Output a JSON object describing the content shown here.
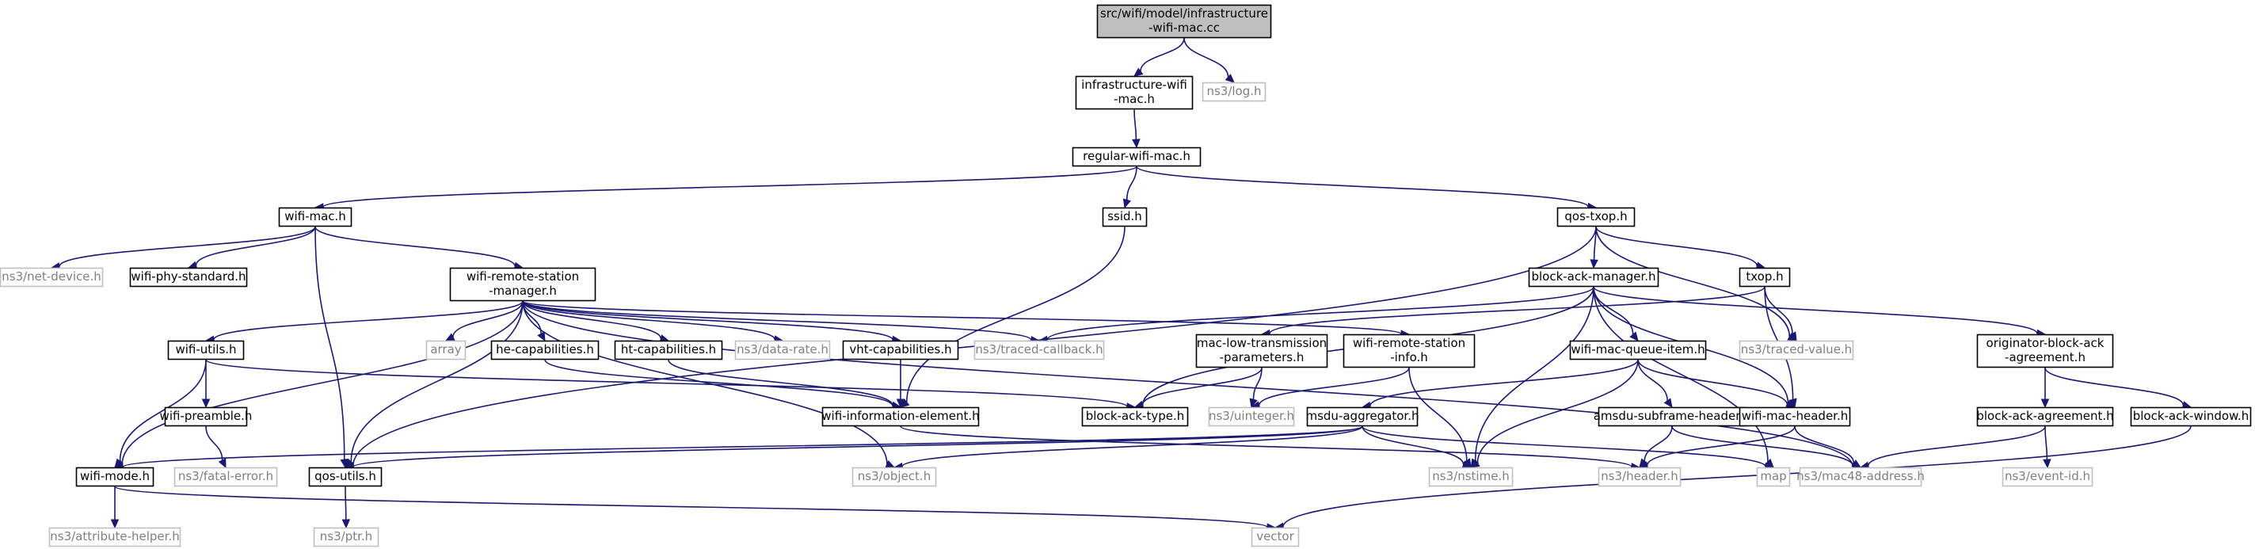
{
  "graph": {
    "nodes": [
      {
        "id": "root",
        "lines": [
          "src/wifi/model/infrastructure",
          "-wifi-mac.cc"
        ],
        "kind": "root"
      },
      {
        "id": "infra",
        "lines": [
          "infrastructure-wifi",
          "-mac.h"
        ],
        "kind": "header"
      },
      {
        "id": "log",
        "lines": [
          "ns3/log.h"
        ],
        "kind": "external"
      },
      {
        "id": "regular",
        "lines": [
          "regular-wifi-mac.h"
        ],
        "kind": "header"
      },
      {
        "id": "wifimac",
        "lines": [
          "wifi-mac.h"
        ],
        "kind": "header"
      },
      {
        "id": "ssid",
        "lines": [
          "ssid.h"
        ],
        "kind": "header"
      },
      {
        "id": "qostxop",
        "lines": [
          "qos-txop.h"
        ],
        "kind": "header"
      },
      {
        "id": "netdevice",
        "lines": [
          "ns3/net-device.h"
        ],
        "kind": "external"
      },
      {
        "id": "phystd",
        "lines": [
          "wifi-phy-standard.h"
        ],
        "kind": "header"
      },
      {
        "id": "rsm",
        "lines": [
          "wifi-remote-station",
          "-manager.h"
        ],
        "kind": "header"
      },
      {
        "id": "bam",
        "lines": [
          "block-ack-manager.h"
        ],
        "kind": "header"
      },
      {
        "id": "txop",
        "lines": [
          "txop.h"
        ],
        "kind": "header"
      },
      {
        "id": "wifiutils",
        "lines": [
          "wifi-utils.h"
        ],
        "kind": "header"
      },
      {
        "id": "array",
        "lines": [
          "array"
        ],
        "kind": "external"
      },
      {
        "id": "hecap",
        "lines": [
          "he-capabilities.h"
        ],
        "kind": "header"
      },
      {
        "id": "htcap",
        "lines": [
          "ht-capabilities.h"
        ],
        "kind": "header"
      },
      {
        "id": "datarate",
        "lines": [
          "ns3/data-rate.h"
        ],
        "kind": "external"
      },
      {
        "id": "vhtcap",
        "lines": [
          "vht-capabilities.h"
        ],
        "kind": "header"
      },
      {
        "id": "tracedcb",
        "lines": [
          "ns3/traced-callback.h"
        ],
        "kind": "external"
      },
      {
        "id": "mltp",
        "lines": [
          "mac-low-transmission",
          "-parameters.h"
        ],
        "kind": "header"
      },
      {
        "id": "rsinfo",
        "lines": [
          "wifi-remote-station",
          "-info.h"
        ],
        "kind": "header"
      },
      {
        "id": "mqi",
        "lines": [
          "wifi-mac-queue-item.h"
        ],
        "kind": "header"
      },
      {
        "id": "tracedval",
        "lines": [
          "ns3/traced-value.h"
        ],
        "kind": "external"
      },
      {
        "id": "oba",
        "lines": [
          "originator-block-ack",
          "-agreement.h"
        ],
        "kind": "header"
      },
      {
        "id": "preamble",
        "lines": [
          "wifi-preamble.h"
        ],
        "kind": "header"
      },
      {
        "id": "wie",
        "lines": [
          "wifi-information-element.h"
        ],
        "kind": "header"
      },
      {
        "id": "batype",
        "lines": [
          "block-ack-type.h"
        ],
        "kind": "header"
      },
      {
        "id": "uinteger",
        "lines": [
          "ns3/uinteger.h"
        ],
        "kind": "external"
      },
      {
        "id": "msdu",
        "lines": [
          "msdu-aggregator.h"
        ],
        "kind": "header"
      },
      {
        "id": "amsdu",
        "lines": [
          "amsdu-subframe-header.h"
        ],
        "kind": "header"
      },
      {
        "id": "machdr",
        "lines": [
          "wifi-mac-header.h"
        ],
        "kind": "header"
      },
      {
        "id": "baa",
        "lines": [
          "block-ack-agreement.h"
        ],
        "kind": "header"
      },
      {
        "id": "baw",
        "lines": [
          "block-ack-window.h"
        ],
        "kind": "header"
      },
      {
        "id": "wifimode",
        "lines": [
          "wifi-mode.h"
        ],
        "kind": "header"
      },
      {
        "id": "fatal",
        "lines": [
          "ns3/fatal-error.h"
        ],
        "kind": "external"
      },
      {
        "id": "qosutils",
        "lines": [
          "qos-utils.h"
        ],
        "kind": "header"
      },
      {
        "id": "object",
        "lines": [
          "ns3/object.h"
        ],
        "kind": "external"
      },
      {
        "id": "nstime",
        "lines": [
          "ns3/nstime.h"
        ],
        "kind": "external"
      },
      {
        "id": "header",
        "lines": [
          "ns3/header.h"
        ],
        "kind": "external"
      },
      {
        "id": "map",
        "lines": [
          "map"
        ],
        "kind": "external"
      },
      {
        "id": "mac48",
        "lines": [
          "ns3/mac48-address.h"
        ],
        "kind": "external"
      },
      {
        "id": "eventid",
        "lines": [
          "ns3/event-id.h"
        ],
        "kind": "external"
      },
      {
        "id": "attrhelper",
        "lines": [
          "ns3/attribute-helper.h"
        ],
        "kind": "external"
      },
      {
        "id": "ptr",
        "lines": [
          "ns3/ptr.h"
        ],
        "kind": "external"
      },
      {
        "id": "vector",
        "lines": [
          "vector"
        ],
        "kind": "external"
      }
    ],
    "edges": [
      [
        "root",
        "infra"
      ],
      [
        "root",
        "log"
      ],
      [
        "infra",
        "regular"
      ],
      [
        "regular",
        "wifimac"
      ],
      [
        "regular",
        "ssid"
      ],
      [
        "regular",
        "qostxop"
      ],
      [
        "wifimac",
        "netdevice"
      ],
      [
        "wifimac",
        "phystd"
      ],
      [
        "wifimac",
        "rsm"
      ],
      [
        "wifimac",
        "qosutils"
      ],
      [
        "ssid",
        "wie"
      ],
      [
        "qostxop",
        "bam"
      ],
      [
        "qostxop",
        "txop"
      ],
      [
        "qostxop",
        "tracedval"
      ],
      [
        "qostxop",
        "qosutils"
      ],
      [
        "rsm",
        "wifiutils"
      ],
      [
        "rsm",
        "array"
      ],
      [
        "rsm",
        "hecap"
      ],
      [
        "rsm",
        "htcap"
      ],
      [
        "rsm",
        "datarate"
      ],
      [
        "rsm",
        "vhtcap"
      ],
      [
        "rsm",
        "tracedcb"
      ],
      [
        "rsm",
        "rsinfo"
      ],
      [
        "rsm",
        "wifimode"
      ],
      [
        "rsm",
        "qosutils"
      ],
      [
        "rsm",
        "object"
      ],
      [
        "rsm",
        "mac48"
      ],
      [
        "bam",
        "tracedcb"
      ],
      [
        "bam",
        "mqi"
      ],
      [
        "bam",
        "oba"
      ],
      [
        "bam",
        "batype"
      ],
      [
        "bam",
        "machdr"
      ],
      [
        "bam",
        "nstime"
      ],
      [
        "bam",
        "map"
      ],
      [
        "txop",
        "mltp"
      ],
      [
        "txop",
        "tracedval"
      ],
      [
        "txop",
        "machdr"
      ],
      [
        "wifiutils",
        "preamble"
      ],
      [
        "wifiutils",
        "batype"
      ],
      [
        "wifiutils",
        "wifimode"
      ],
      [
        "hecap",
        "wie"
      ],
      [
        "htcap",
        "wie"
      ],
      [
        "vhtcap",
        "wie"
      ],
      [
        "mltp",
        "batype"
      ],
      [
        "mltp",
        "uinteger"
      ],
      [
        "rsinfo",
        "uinteger"
      ],
      [
        "rsinfo",
        "nstime"
      ],
      [
        "mqi",
        "msdu"
      ],
      [
        "mqi",
        "amsdu"
      ],
      [
        "mqi",
        "machdr"
      ],
      [
        "mqi",
        "nstime"
      ],
      [
        "oba",
        "baa"
      ],
      [
        "oba",
        "baw"
      ],
      [
        "preamble",
        "fatal"
      ],
      [
        "wie",
        "header"
      ],
      [
        "msdu",
        "wifimode"
      ],
      [
        "msdu",
        "qosutils"
      ],
      [
        "msdu",
        "object"
      ],
      [
        "msdu",
        "nstime"
      ],
      [
        "msdu",
        "map"
      ],
      [
        "amsdu",
        "header"
      ],
      [
        "amsdu",
        "mac48"
      ],
      [
        "machdr",
        "header"
      ],
      [
        "machdr",
        "mac48"
      ],
      [
        "baa",
        "mac48"
      ],
      [
        "baa",
        "eventid"
      ],
      [
        "baw",
        "vector"
      ],
      [
        "wifimode",
        "attrhelper"
      ],
      [
        "wifimode",
        "vector"
      ],
      [
        "qosutils",
        "ptr"
      ]
    ]
  }
}
